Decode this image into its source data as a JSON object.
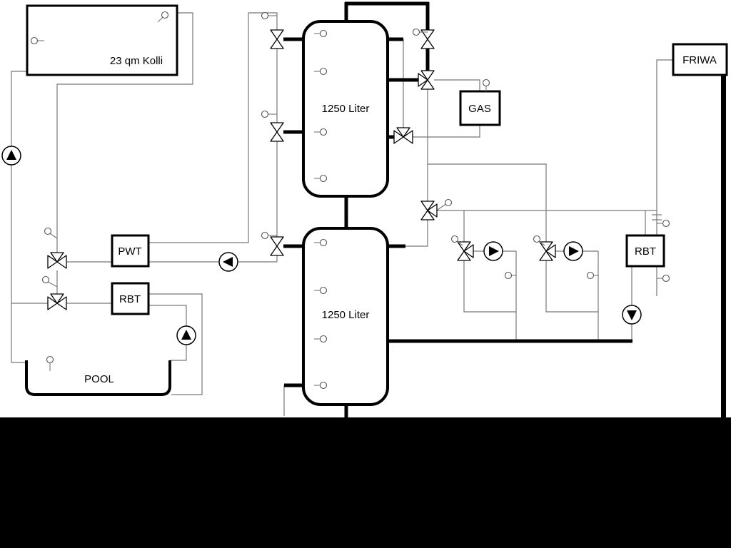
{
  "labels": {
    "collector": "23 qm Kolli",
    "tank_top": "1250 Liter",
    "tank_bottom": "1250 Liter",
    "gas": "GAS",
    "friwa": "FRIWA",
    "pwt": "PWT",
    "rbt_left": "RBT",
    "rbt_right": "RBT",
    "pool": "POOL"
  },
  "colors": {
    "background": "#ffffff",
    "letterbox": "#000000",
    "pipe_thin": "#777777",
    "pipe_thick": "#000000",
    "symbol_fill": "#ffffff"
  },
  "icons": {
    "pump-icon": "circle-with-solid-triangle",
    "valve-icon": "bowtie-triangles",
    "three-way-valve-icon": "three-triangles-meeting-at-center",
    "temperature-sensor-icon": "small-circle-with-stem"
  }
}
